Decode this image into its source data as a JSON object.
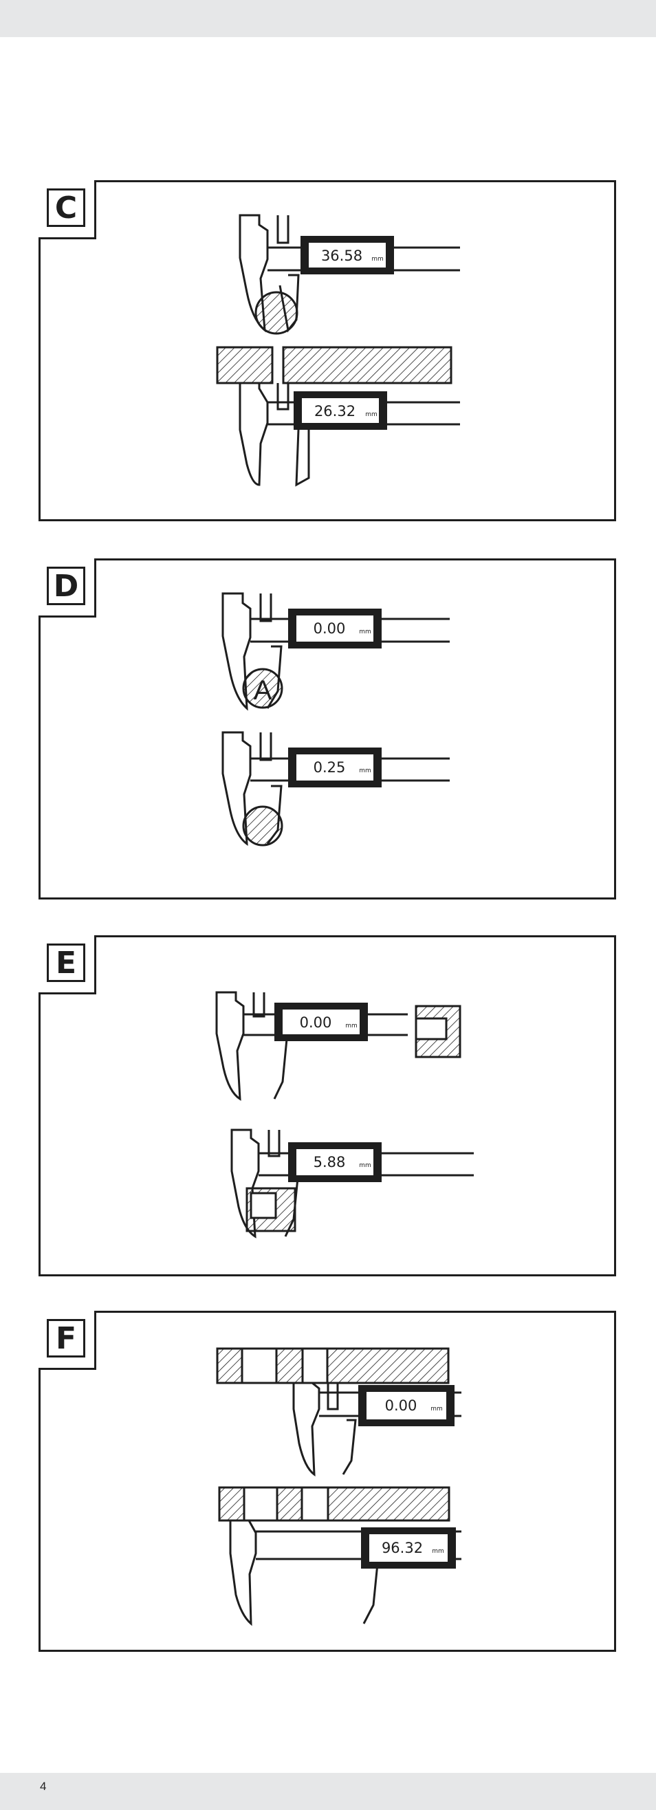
{
  "panels": [
    {
      "label": "C",
      "readings": [
        {
          "value": "36.58",
          "unit": "mm"
        },
        {
          "value": "26.32",
          "unit": "mm"
        }
      ]
    },
    {
      "label": "D",
      "markers": [
        "A"
      ],
      "readings": [
        {
          "value": "0.00",
          "unit": "mm"
        },
        {
          "value": "0.25",
          "unit": "mm"
        }
      ]
    },
    {
      "label": "E",
      "readings": [
        {
          "value": "0.00",
          "unit": "mm"
        },
        {
          "value": "5.88",
          "unit": "mm"
        }
      ]
    },
    {
      "label": "F",
      "readings": [
        {
          "value": "0.00",
          "unit": "mm"
        },
        {
          "value": "96.32",
          "unit": "mm"
        }
      ]
    }
  ],
  "footer": {
    "page_number": "4"
  },
  "colors": {
    "line": "#1e1e1e",
    "bars": "#e6e7e8"
  }
}
